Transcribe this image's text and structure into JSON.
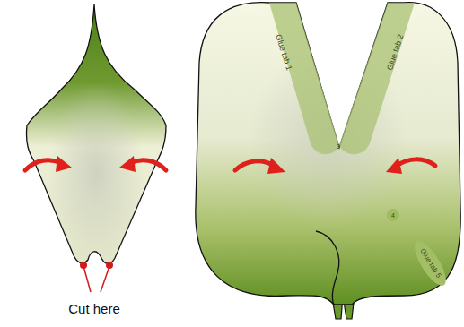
{
  "diagram": {
    "nodes": [
      {
        "text": [
          "Glue tab 1"
        ]
      },
      {
        "text": [
          "Glue tab 2"
        ]
      },
      {
        "text": [
          "4"
        ]
      },
      {
        "text": [
          "Glue tab 5"
        ]
      }
    ],
    "labels": [
      "Cut here",
      "3"
    ]
  }
}
